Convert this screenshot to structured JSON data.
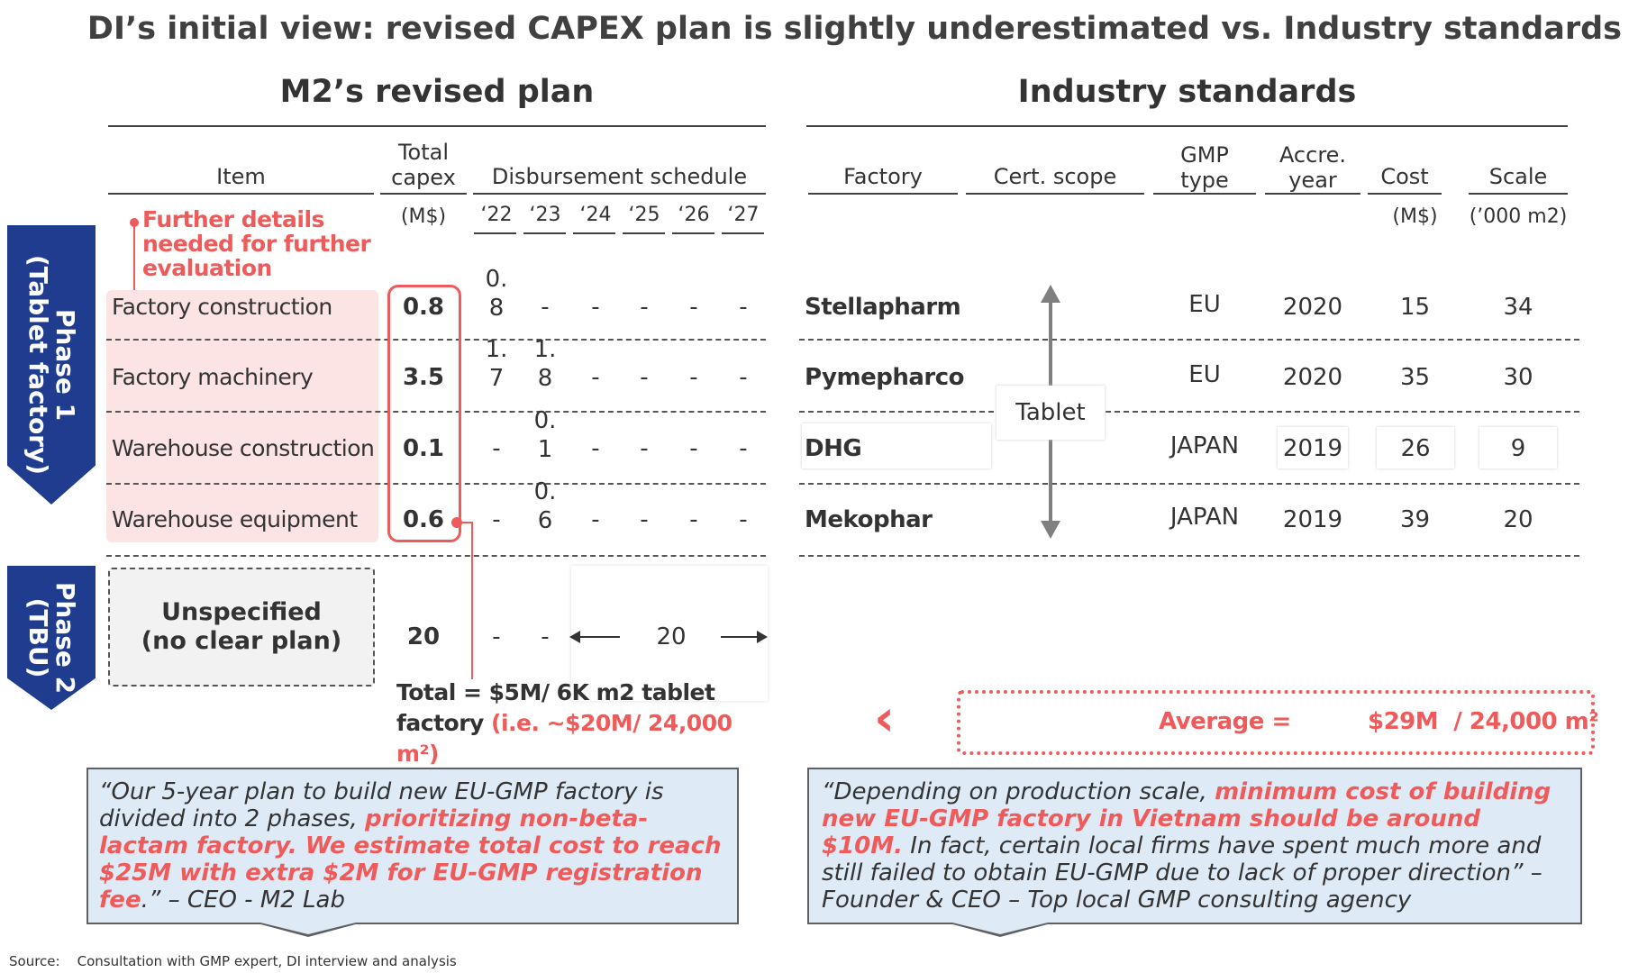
{
  "title": "DI’s initial view: revised CAPEX plan is slightly underestimated vs. Industry standards",
  "left": {
    "section_title": "M2’s revised plan",
    "headers": {
      "item": "Item",
      "total_capex": "Total\ncapex",
      "disbursement": "Disbursement schedule"
    },
    "unit": "(M$)",
    "years": [
      "‘22",
      "‘23",
      "‘24",
      "‘25",
      "‘26",
      "‘27"
    ],
    "note": "Further details\nneeded for further\nevaluation",
    "phase1_label": "Phase 1\n(Tablet factory)",
    "phase2_label": "Phase 2\n(TBU)",
    "rows": [
      {
        "item": "Factory construction",
        "capex": "0.8",
        "schedule": [
          "0.\n8",
          "-",
          "-",
          "-",
          "-",
          "-"
        ]
      },
      {
        "item": "Factory machinery",
        "capex": "3.5",
        "schedule": [
          "1.\n7",
          "1.\n8",
          "-",
          "-",
          "-",
          "-"
        ]
      },
      {
        "item": "Warehouse construction",
        "capex": "0.1",
        "schedule": [
          "-",
          "0.\n1",
          "-",
          "-",
          "-",
          "-"
        ]
      },
      {
        "item": "Warehouse equipment",
        "capex": "0.6",
        "schedule": [
          "-",
          "0.\n6",
          "-",
          "-",
          "-",
          "-"
        ]
      }
    ],
    "phase2": {
      "item": "Unspecified\n(no clear plan)",
      "capex": "20",
      "d22": "-",
      "d23": "-",
      "span_value": "20"
    },
    "total_prefix": "Total = $5M/ 6K m2 tablet\nfactory ",
    "total_highlight": "(i.e. ~$20M/ 24,000 m²)"
  },
  "right": {
    "section_title": "Industry standards",
    "headers": {
      "factory": "Factory",
      "cert_scope": "Cert. scope",
      "gmp_type": "GMP\ntype",
      "accre_year": "Accre.\nyear",
      "cost": "Cost",
      "scale": "Scale"
    },
    "units": {
      "cost": "(M$)",
      "scale": "(’000 m2)"
    },
    "cert_label": "Tablet",
    "rows": [
      {
        "factory": "Stellapharm",
        "gmp": "EU",
        "year": "2020",
        "cost": "15",
        "scale": "34"
      },
      {
        "factory": "Pymepharco",
        "gmp": "EU",
        "year": "2020",
        "cost": "35",
        "scale": "30"
      },
      {
        "factory": "DHG",
        "gmp": "JAPAN",
        "year": "2019",
        "cost": "26",
        "scale": "9"
      },
      {
        "factory": "Mekophar",
        "gmp": "JAPAN",
        "year": "2019",
        "cost": "39",
        "scale": "20"
      }
    ],
    "average_label": "Average =",
    "average_value": "$29M  / 24,000 m²",
    "compare_symbol": "‹"
  },
  "quote_left": {
    "part1": "“Our 5-year plan to build new EU-GMP factory is divided into 2 phases, ",
    "highlight": "prioritizing non-beta-lactam factory. We estimate total cost to reach $25M with extra $2M for EU-GMP registration fee",
    "part2": ".”  – CEO - M2 Lab"
  },
  "quote_right": {
    "part1": "“Depending on production scale, ",
    "highlight": "minimum cost of building new EU-GMP factory in Vietnam should be around $10M.",
    "part2": " In fact, certain local firms have spent much more and still failed to obtain EU-GMP due to lack of proper direction”  – Founder & CEO – Top local GMP consulting agency"
  },
  "source": "Source:    Consultation with GMP expert, DI interview and analysis",
  "colors": {
    "accent_red": "#ef5a5a",
    "phase_blue": "#1f3c8f",
    "pink_fill": "#fce4e4",
    "quote_fill": "#deeaf6"
  }
}
